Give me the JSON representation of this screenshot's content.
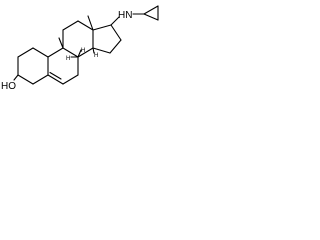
{
  "molecule": {
    "colors": {
      "line": "#000000",
      "background": "#ffffff"
    },
    "labels": {
      "hydroxyl": "HO",
      "amine": "HN"
    },
    "stereo": {
      "h8": "H",
      "h9": "H",
      "h14": "H"
    },
    "methyls": {
      "c10": "",
      "c13": ""
    }
  }
}
